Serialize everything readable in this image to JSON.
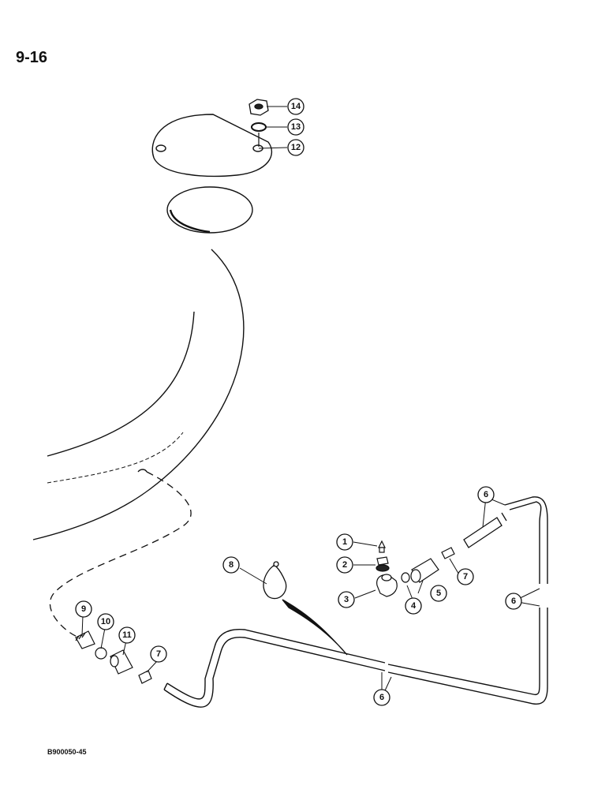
{
  "page_number": "9-16",
  "figure_code": "B900050-45",
  "callouts": [
    {
      "key": "c1",
      "label": "1"
    },
    {
      "key": "c2",
      "label": "2"
    },
    {
      "key": "c3",
      "label": "3"
    },
    {
      "key": "c4",
      "label": "4"
    },
    {
      "key": "c5",
      "label": "5"
    },
    {
      "key": "c6a",
      "label": "6"
    },
    {
      "key": "c6b",
      "label": "6"
    },
    {
      "key": "c6c",
      "label": "6"
    },
    {
      "key": "c7a",
      "label": "7"
    },
    {
      "key": "c7b",
      "label": "7"
    },
    {
      "key": "c8",
      "label": "8"
    },
    {
      "key": "c9",
      "label": "9"
    },
    {
      "key": "c10",
      "label": "10"
    },
    {
      "key": "c11",
      "label": "11"
    },
    {
      "key": "c12",
      "label": "12"
    },
    {
      "key": "c13",
      "label": "13"
    },
    {
      "key": "c14",
      "label": "14"
    }
  ]
}
